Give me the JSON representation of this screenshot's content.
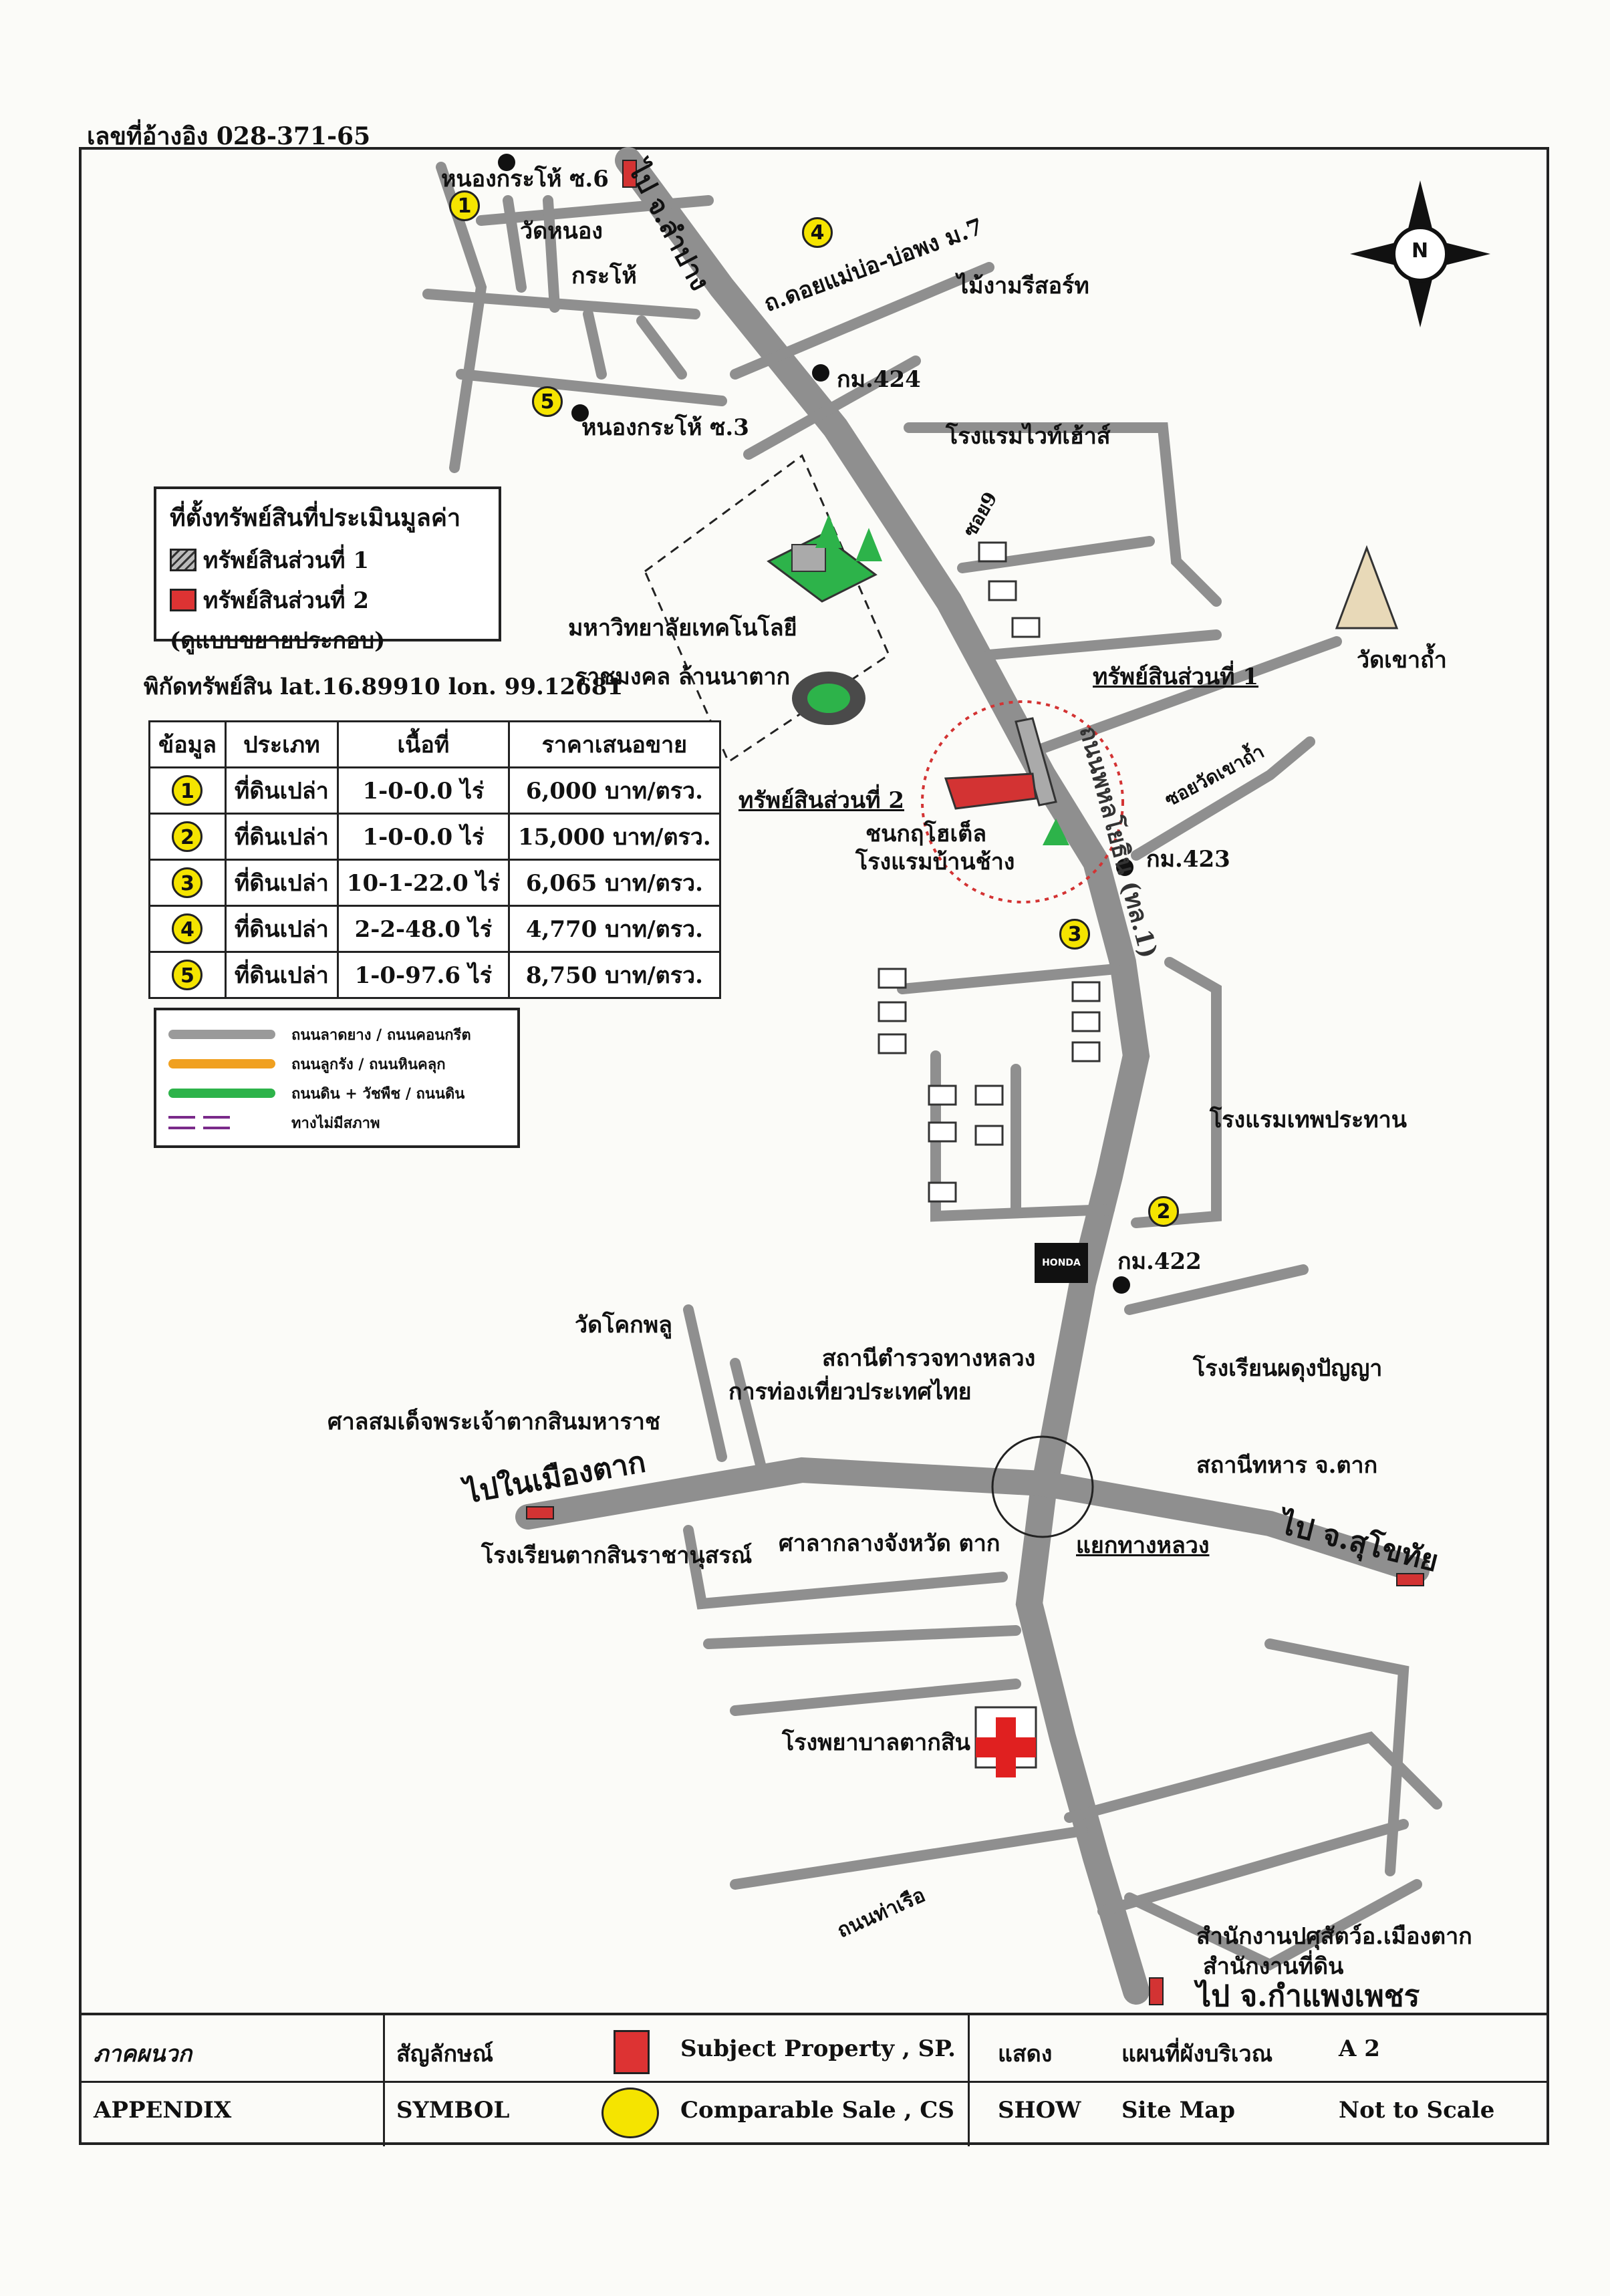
{
  "reference": "เลขที่อ้างอิง   028-371-65",
  "legend": {
    "title": "ที่ตั้งทรัพย์สินที่ประเมินมูลค่า",
    "part1": "ทรัพย์สินส่วนที่ 1",
    "part2": "ทรัพย์สินส่วนที่ 2",
    "part2_note": "(ดูแบบขยายประกอบ)"
  },
  "coordinates": "พิกัดทรัพย์สิน lat.16.89910 lon. 99.12681",
  "comparables": {
    "headers": [
      "ข้อมูล",
      "ประเภท",
      "เนื้อที่",
      "ราคาเสนอขาย"
    ],
    "rows": [
      {
        "no": "1",
        "type": "ที่ดินเปล่า",
        "area": "1-0-0.0  ไร่",
        "price": "6,000 บาท/ตรว."
      },
      {
        "no": "2",
        "type": "ที่ดินเปล่า",
        "area": "1-0-0.0  ไร่",
        "price": "15,000 บาท/ตรว."
      },
      {
        "no": "3",
        "type": "ที่ดินเปล่า",
        "area": "10-1-22.0 ไร่",
        "price": "6,065 บาท/ตรว."
      },
      {
        "no": "4",
        "type": "ที่ดินเปล่า",
        "area": "2-2-48.0  ไร่",
        "price": "4,770 บาท/ตรว."
      },
      {
        "no": "5",
        "type": "ที่ดินเปล่า",
        "area": "1-0-97.6  ไร่",
        "price": "8,750 บาท/ตรว."
      }
    ]
  },
  "road_key": [
    {
      "label": "ถนนลาดยาง / ถนนคอนกรีต",
      "color": "#9a9a9a"
    },
    {
      "label": "ถนนลูกรัง / ถนนหินคลุก",
      "color": "#f0a020"
    },
    {
      "label": "ถนนดิน + วัชพืช / ถนนดิน",
      "color": "#2db34a"
    },
    {
      "label": "ทางไม่มีสภาพ",
      "color": "#7a2a8a"
    }
  ],
  "map_labels": {
    "to_lampang": "ไป จ.ลำปาง",
    "nongkrapo6": "หนองกระโห้ ซ.6",
    "wat_nong": "วัดหนอง",
    "krapo": "กระโห้",
    "doi_mae_bo": "ถ.ดอยแม่บ่อ-บ่อพง ม.7",
    "mai_ngam": "ไม้งามรีสอร์ท",
    "km424": "กม.424",
    "nongkrapo3": "หนองกระโห้ ซ.3",
    "white_house": "โรงแรมไวท์เฮ้าส์",
    "soi9": "ซอย9",
    "university": "มหาวิทยาลัยเทคโนโลยี",
    "university2": "ราชมงคล ล้านนาตาก",
    "wat_khao_dam": "วัดเขาถ้ำ",
    "subject1": "ทรัพย์สินส่วนที่ 1",
    "subject2": "ทรัพย์สินส่วนที่ 2",
    "soi_wat": "ซอยวัดเขาถ้ำ",
    "phahon": "ถนนพหลโยธิน (ทล.1)",
    "chanakul": "ชนกฤโฮเต็ล",
    "ban_chang": "โรงแรมบ้านช้าง",
    "km423": "กม.423",
    "thep_prathan": "โรงแรมเทพประทาน",
    "km422": "กม.422",
    "wat_khok": "วัดโคกพลู",
    "highway_police": "สถานีตำรวจทางหลวง",
    "tat": "การท่องเที่ยวประเทศไทย",
    "shrine": "ศาลสมเด็จพระเจ้าตากสินมหาราช",
    "phadung": "โรงเรียนผดุงปัญญา",
    "to_city": "ไปในเมืองตาก",
    "military": "สถานีทหาร จ.ตาก",
    "to_sukhothai": "ไป จ.สุโขทัย",
    "school_taksin": "โรงเรียนตากสินราชานุสรณ์",
    "city_hall": "ศาลากลางจังหวัด ตาก",
    "intersection": "แยกทางหลวง",
    "hospital": "โรงพยาบาลตากสิน",
    "tha_ruea": "ถนนท่าเรือ",
    "livestock": "สำนักงานปศุสัตว์อ.เมืองตาก",
    "land_office": "สำนักงานที่ดิน",
    "to_kamphaeng": "ไป จ.กำแพงเพชร",
    "north": "N",
    "honda": "HONDA"
  },
  "markers": {
    "m1": "1",
    "m2": "2",
    "m3": "3",
    "m4": "4",
    "m5": "5"
  },
  "footer": {
    "appendix_th": "ภาคผนวก",
    "appendix_en": "APPENDIX",
    "symbol_th": "สัญลักษณ์",
    "symbol_en": "SYMBOL",
    "subject": "Subject   Property , SP.",
    "comparable": "Comparable  Sale , CS",
    "show_th": "แสดง",
    "show_en": "SHOW",
    "map_th": "แผนที่ผังบริเวณ",
    "map_en": "Site  Map",
    "page": "A 2",
    "scale": "Not to Scale"
  },
  "colors": {
    "road": "#8f8f8f",
    "marker": "#f5e400",
    "subject": "#d33333",
    "circle": "#d33333"
  }
}
